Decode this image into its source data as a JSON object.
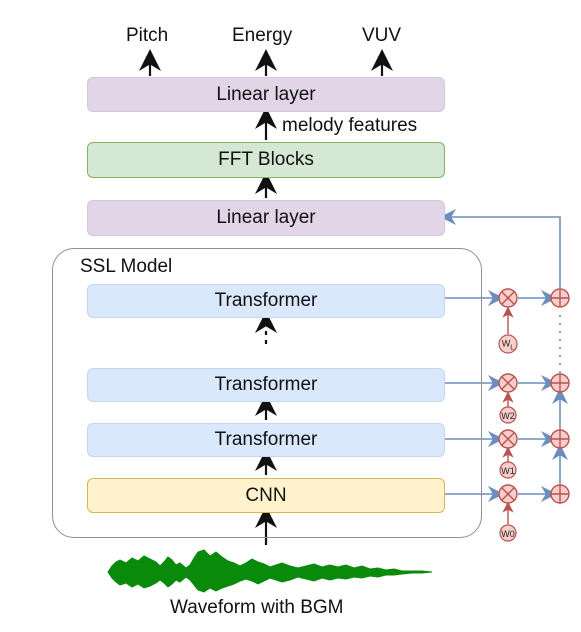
{
  "outputs": {
    "pitch": "Pitch",
    "energy": "Energy",
    "vuv": "VUV"
  },
  "blocks": {
    "linear_top": "Linear layer",
    "melody_features": "melody features",
    "fft": "FFT Blocks",
    "linear_bottom": "Linear layer",
    "ssl_model": "SSL Model",
    "transformer_L": "Transformer",
    "transformer_2": "Transformer",
    "transformer_1": "Transformer",
    "cnn": "CNN"
  },
  "weights": {
    "wL": "W",
    "wL_sub": "L",
    "w2": "W2",
    "w1": "W1",
    "w0": "W0"
  },
  "waveform_label": "Waveform with BGM",
  "colors": {
    "arrow_black": "#111111",
    "arrow_blue": "#6c8ebf",
    "weight_red": "#b85450",
    "weight_fill": "#f8cecc",
    "waveform_green": "#0a8a0a"
  }
}
